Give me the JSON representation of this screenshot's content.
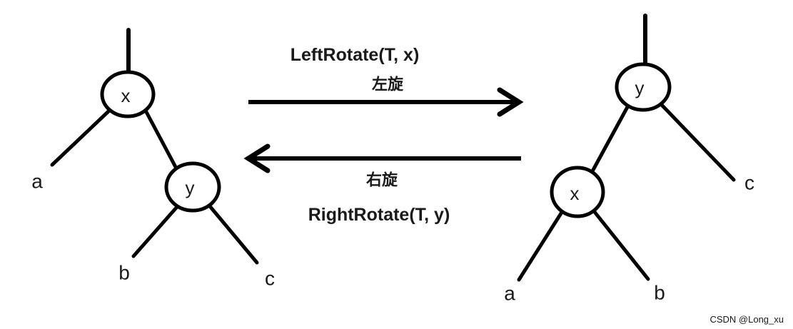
{
  "background": "#ffffff",
  "line_color": "#000000",
  "arrows": {
    "left_rotate_label": "LeftRotate(T, x)",
    "left_rotate_zh": "左旋",
    "right_rotate_zh": "右旋",
    "right_rotate_label": "RightRotate(T, y)"
  },
  "left_tree": {
    "root": "x",
    "right_child": "y",
    "leaf_left": "a",
    "leaf_middle": "b",
    "leaf_right": "c"
  },
  "right_tree": {
    "root": "y",
    "left_child": "x",
    "leaf_left": "a",
    "leaf_middle": "b",
    "leaf_right": "c"
  },
  "watermark": {
    "text": "CSDN @Long_xu",
    "color": "#b9b9b9"
  }
}
